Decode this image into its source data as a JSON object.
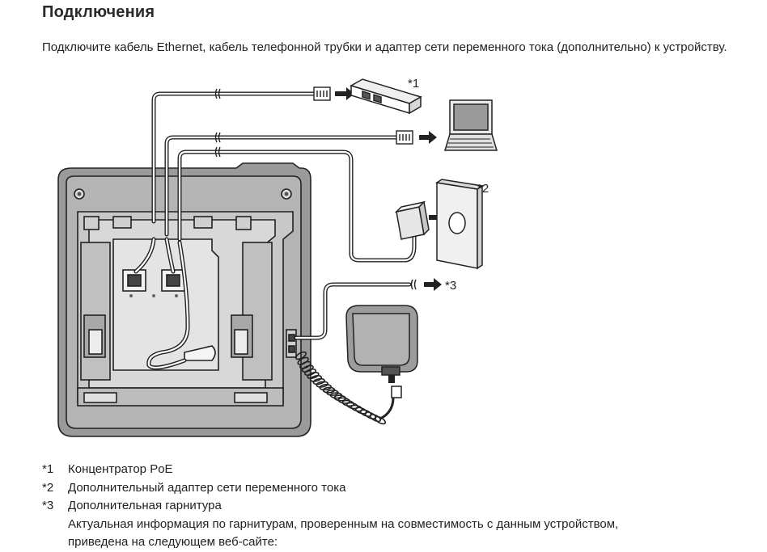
{
  "page": {
    "title": "Подключения",
    "intro": "Подключите кабель Ethernet, кабель телефонной трубки и адаптер сети переменного тока (дополнительно) к устройству."
  },
  "figure": {
    "callouts": [
      "*1",
      "*2",
      "*3"
    ]
  },
  "notes": [
    {
      "mark": "*1",
      "text": "Концентратор PoE"
    },
    {
      "mark": "*2",
      "text": "Дополнительный адаптер сети переменного тока"
    },
    {
      "mark": "*3",
      "text": "Дополнительная гарнитура"
    }
  ],
  "note3_detail": {
    "line1": "Актуальная информация по гарнитурам, проверенным на совместимость с данным устройством,",
    "line2": "приведена на следующем веб-сайте:"
  }
}
